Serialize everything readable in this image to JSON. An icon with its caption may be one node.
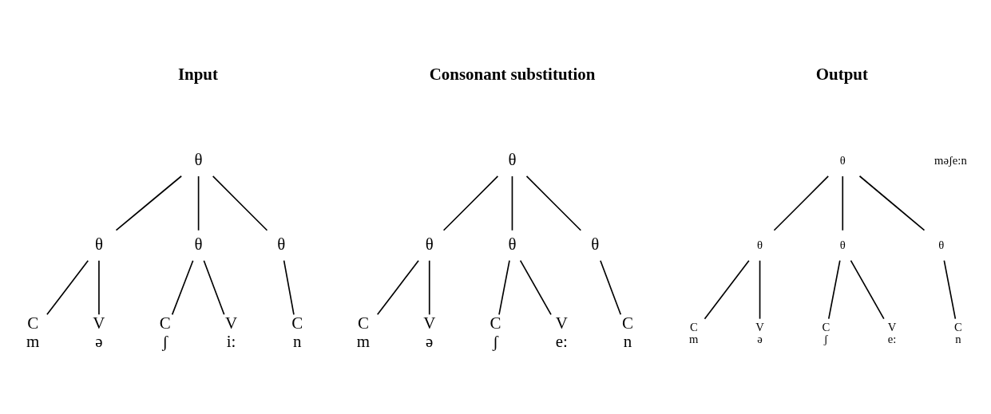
{
  "diagram": {
    "nodes": [
      {
        "text": [
          "θ"
        ]
      },
      {
        "text": [
          "θ"
        ]
      },
      {
        "text": [
          "θ"
        ]
      },
      {
        "text": [
          "θ"
        ]
      },
      {
        "text": [
          "C"
        ],
        "beside": [
          "m"
        ]
      },
      {
        "text": [
          "V"
        ],
        "beside": [
          "ə"
        ]
      },
      {
        "text": [
          "C"
        ],
        "beside": [
          "ʃ"
        ]
      },
      {
        "text": [
          "V"
        ],
        "beside": [
          "i:"
        ]
      },
      {
        "text": [
          "C"
        ],
        "beside": [
          "n"
        ]
      },
      {
        "text": [
          "θ"
        ]
      },
      {
        "text": [
          "θ"
        ]
      },
      {
        "text": [
          "θ"
        ]
      },
      {
        "text": [
          "θ"
        ]
      },
      {
        "text": [
          "C"
        ],
        "beside": [
          "m"
        ]
      },
      {
        "text": [
          "V"
        ],
        "beside": [
          "ə"
        ]
      },
      {
        "text": [
          "C"
        ],
        "beside": [
          "ʃ"
        ]
      },
      {
        "text": [
          "V"
        ],
        "beside": [
          "e:"
        ]
      },
      {
        "text": [
          "C"
        ],
        "beside": [
          "n"
        ]
      },
      {
        "text": [
          "θ"
        ]
      },
      {
        "text": [
          "θ"
        ]
      },
      {
        "text": [
          "θ"
        ]
      },
      {
        "text": [
          "θ"
        ]
      },
      {
        "text": [
          "C"
        ],
        "beside": [
          "m"
        ]
      },
      {
        "text": [
          "V"
        ],
        "beside": [
          "ə"
        ]
      },
      {
        "text": [
          "C"
        ],
        "beside": [
          "ʃ"
        ]
      },
      {
        "text": [
          "V"
        ],
        "beside": [
          "e:"
        ]
      },
      {
        "text": [
          "C"
        ],
        "beside": [
          "n"
        ]
      }
    ],
    "edges": [
      {
        "from": 0,
        "to": 1,
        "arrow": "none"
      },
      {
        "from": 0,
        "to": 2,
        "arrow": "none"
      },
      {
        "from": 0,
        "to": 3,
        "arrow": "none"
      },
      {
        "from": 1,
        "to": 4,
        "arrow": "none"
      },
      {
        "from": 1,
        "to": 5,
        "arrow": "none"
      },
      {
        "from": 2,
        "to": 6,
        "arrow": "none"
      },
      {
        "from": 2,
        "to": 7,
        "arrow": "none"
      },
      {
        "from": 3,
        "to": 8,
        "arrow": "none"
      },
      {
        "from": 9,
        "to": 10,
        "arrow": "none"
      },
      {
        "from": 9,
        "to": 11,
        "arrow": "none"
      },
      {
        "from": 9,
        "to": 12,
        "arrow": "none"
      },
      {
        "from": 10,
        "to": 13,
        "arrow": "none"
      },
      {
        "from": 10,
        "to": 14,
        "arrow": "none"
      },
      {
        "from": 11,
        "to": 15,
        "arrow": "none"
      },
      {
        "from": 11,
        "to": 16,
        "arrow": "none"
      },
      {
        "from": 12,
        "to": 17,
        "arrow": "none"
      },
      {
        "from": 18,
        "to": 19,
        "arrow": "none"
      },
      {
        "from": 18,
        "to": 20,
        "arrow": "none"
      },
      {
        "from": 18,
        "to": 21,
        "arrow": "none"
      },
      {
        "from": 19,
        "to": 22,
        "arrow": "none"
      },
      {
        "from": 19,
        "to": 23,
        "arrow": "none"
      },
      {
        "from": 20,
        "to": 24,
        "arrow": "none"
      },
      {
        "from": 20,
        "to": 25,
        "arrow": "none"
      },
      {
        "from": 21,
        "to": 26,
        "arrow": "none"
      }
    ],
    "labels": [
      "Input",
      "Consonant substitution",
      "Output",
      "məʃe:n"
    ]
  }
}
